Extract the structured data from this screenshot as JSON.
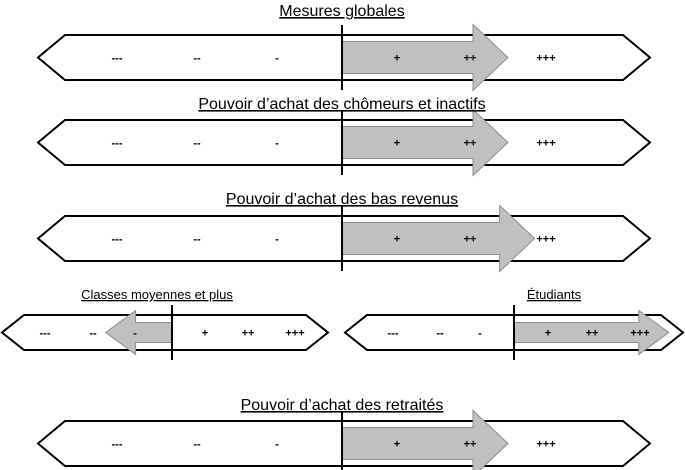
{
  "colors": {
    "arrow_fill": "#c0c0c0",
    "arrow_stroke": "#8c8c8c",
    "outline": "#000000"
  },
  "scale_labels": [
    "---",
    "--",
    "-",
    "+",
    "++",
    "+++"
  ],
  "scales": [
    {
      "title": "Mesures globales",
      "arrow_end": 2.5
    },
    {
      "title": "Pouvoir d’achat des chômeurs et inactifs",
      "arrow_end": 2.5
    },
    {
      "title": "Pouvoir d’achat des bas revenus",
      "arrow_end": 2.85
    },
    {
      "title": "Classes moyennes et plus",
      "arrow_end": -1.7
    },
    {
      "title": "Étudiants",
      "arrow_end": 3.6
    },
    {
      "title": "Pouvoir d’achat des retraités",
      "arrow_end": 2.5
    }
  ]
}
